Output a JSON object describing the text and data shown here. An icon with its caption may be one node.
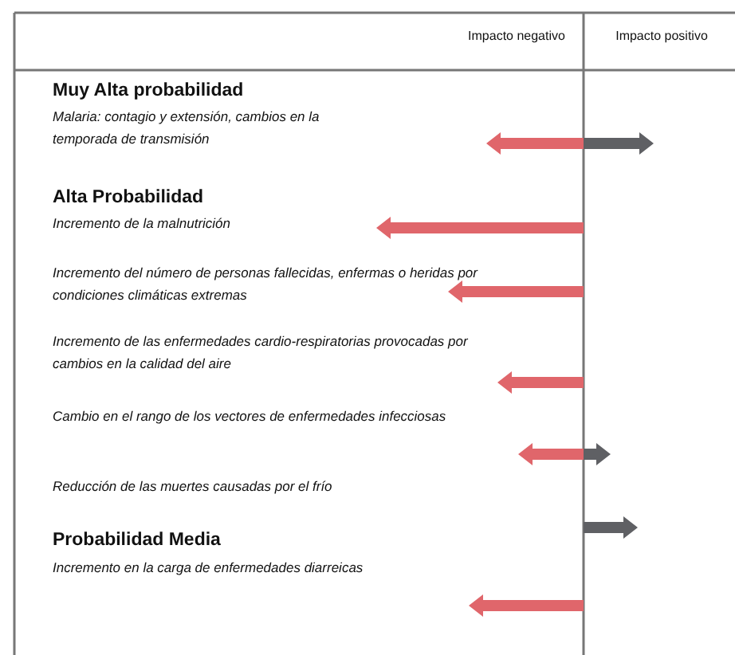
{
  "diagram": {
    "labels": [
      "Impacto negativo",
      "Impacto positivo",
      "Muy Alta probabilidad",
      "Malaria: contagio y extensión, cambios en la temporada de transmisión",
      "Alta Probabilidad",
      "Incremento de la malnutrición",
      "Incremento del número de personas fallecidas, enfermas o heridas por condiciones climáticas extremas",
      "Incremento de las enfermedades cardio-respiratorias provocadas por cambios en la calidad del aire",
      "Cambio en el rango de los vectores de enfermedades infecciosas",
      "Reducción de las muertes causadas por el frío",
      "Probabilidad Media",
      "Incremento en la carga de enfermedades diarreicas"
    ]
  }
}
